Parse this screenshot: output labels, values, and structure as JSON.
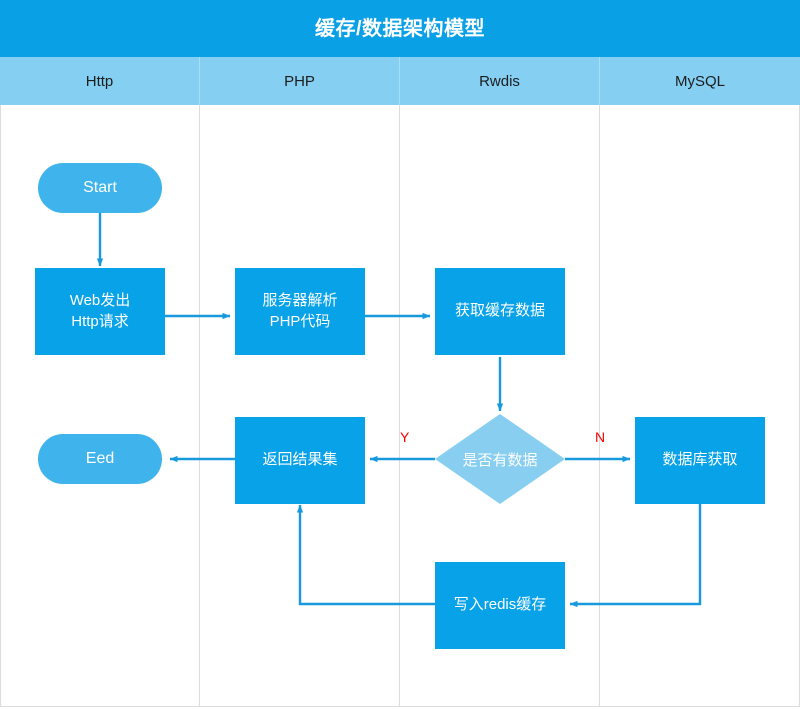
{
  "header": {
    "title": "缓存/数据架构模型",
    "bg_color": "#0aa0e6",
    "text_color": "#ffffff"
  },
  "lanes": {
    "band_color": "#85cff2",
    "items": [
      {
        "label": "Http"
      },
      {
        "label": "PHP"
      },
      {
        "label": "Rwdis"
      },
      {
        "label": "MySQL"
      }
    ]
  },
  "palette": {
    "terminal": "#3fb3ec",
    "process": "#07a2e8",
    "decision": "#87cef0",
    "connector": "#1899dd",
    "branch_label": "#ff0000",
    "lane_divider": "#dcdcdc"
  },
  "flowchart": {
    "type": "flowchart",
    "nodes": [
      {
        "id": "start",
        "label": "Start",
        "shape": "terminal",
        "lane": "Http"
      },
      {
        "id": "web",
        "label": "Web发出\nHttp请求",
        "line1": "Web发出",
        "line2": "Http请求",
        "shape": "process",
        "lane": "Http"
      },
      {
        "id": "parse",
        "label": "服务器解析\nPHP代码",
        "line1": "服务器解析",
        "line2": "PHP代码",
        "shape": "process",
        "lane": "PHP"
      },
      {
        "id": "getcache",
        "label": "获取缓存数据",
        "shape": "process",
        "lane": "Rwdis"
      },
      {
        "id": "hasdata",
        "label": "是否有数据",
        "shape": "decision",
        "lane": "Rwdis"
      },
      {
        "id": "result",
        "label": "返回结果集",
        "shape": "process",
        "lane": "PHP"
      },
      {
        "id": "dbget",
        "label": "数据库获取",
        "shape": "process",
        "lane": "MySQL"
      },
      {
        "id": "writeredis",
        "label": "写入redis缓存",
        "shape": "process",
        "lane": "Rwdis"
      },
      {
        "id": "end",
        "label": "Eed",
        "shape": "terminal",
        "lane": "Http"
      }
    ],
    "edges": [
      {
        "from": "start",
        "to": "web",
        "label": ""
      },
      {
        "from": "web",
        "to": "parse",
        "label": ""
      },
      {
        "from": "parse",
        "to": "getcache",
        "label": ""
      },
      {
        "from": "getcache",
        "to": "hasdata",
        "label": ""
      },
      {
        "from": "hasdata",
        "to": "result",
        "label": "Y"
      },
      {
        "from": "hasdata",
        "to": "dbget",
        "label": "N"
      },
      {
        "from": "dbget",
        "to": "writeredis",
        "label": ""
      },
      {
        "from": "writeredis",
        "to": "result",
        "label": ""
      },
      {
        "from": "result",
        "to": "end",
        "label": ""
      }
    ],
    "branch_labels": [
      {
        "id": "yes",
        "text": "Y"
      },
      {
        "id": "no",
        "text": "N"
      }
    ]
  }
}
